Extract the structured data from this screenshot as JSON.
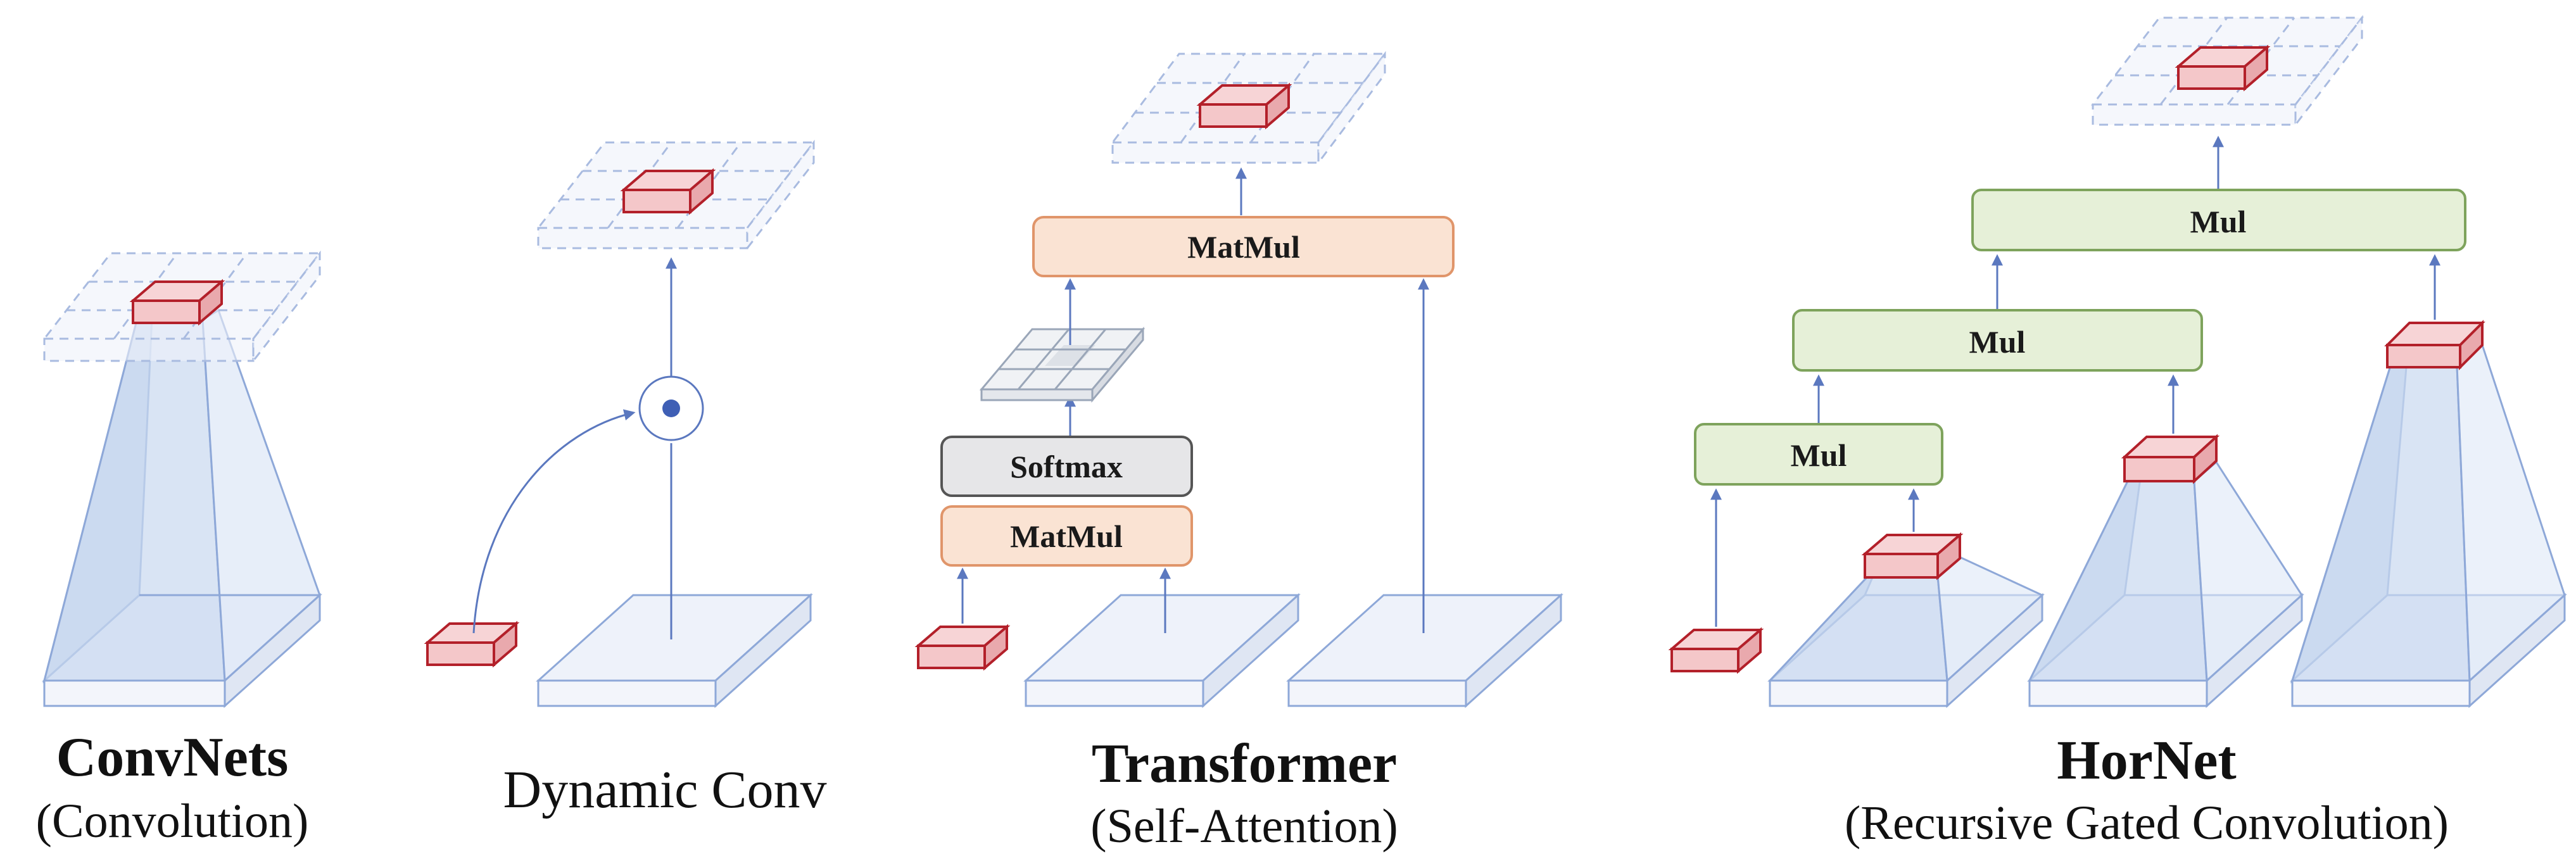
{
  "colors": {
    "arrow": "#5b78bf",
    "cone_fill": "#c9d8f0",
    "cone_edge": "#8ea8d8",
    "slab_top": "#eef2fa",
    "slab_edge": "#8ea8d8",
    "cube_fill": "#f4c7c9",
    "cube_edge": "#b3202a",
    "matmul_fill": "#fae3d3",
    "matmul_edge": "#e0956a",
    "softmax_fill": "#e6e6e8",
    "softmax_edge": "#555555",
    "mul_fill": "#e6f0d8",
    "mul_edge": "#7ea35c"
  },
  "panels": {
    "convnets": {
      "title": "ConvNets",
      "subtitle": "(Convolution)"
    },
    "dynamic_conv": {
      "title": "Dynamic Conv",
      "operator_icon": "dot-operator-icon"
    },
    "transformer": {
      "title": "Transformer",
      "subtitle": "(Self-Attention)",
      "matmul_top": "MatMul",
      "softmax": "Softmax",
      "matmul_bottom": "MatMul"
    },
    "hornet": {
      "title": "HorNet",
      "subtitle": "(Recursive Gated Convolution)",
      "mul_1": "Mul",
      "mul_2": "Mul",
      "mul_3": "Mul"
    }
  }
}
